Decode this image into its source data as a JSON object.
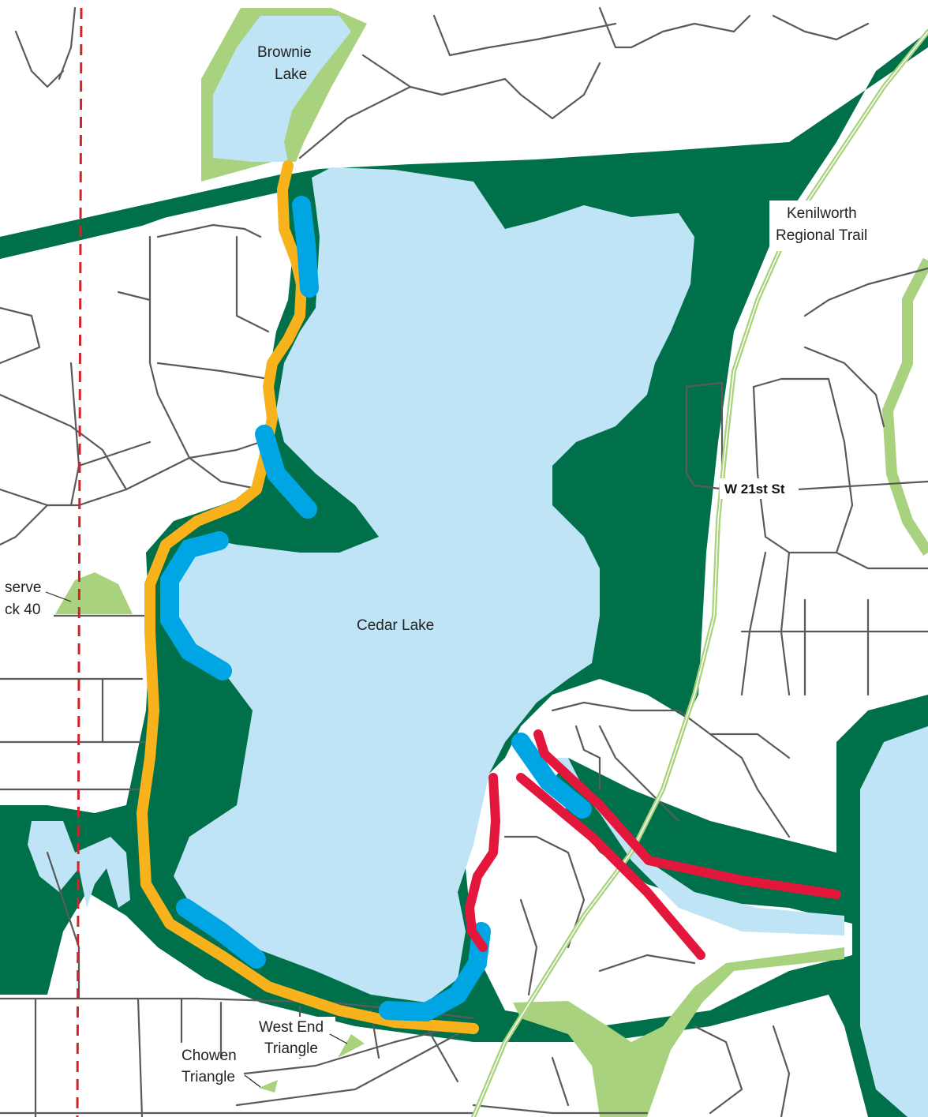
{
  "map": {
    "labels": {
      "brownie_lake_1": "Brownie",
      "brownie_lake_2": "Lake",
      "kenilworth_1": "Kenilworth",
      "kenilworth_2": "Regional Trail",
      "w21st": "W 21st St",
      "cedar_lake": "Cedar Lake",
      "preserve_1": "serve",
      "preserve_2": "ck 40",
      "west_end_1": "West End",
      "west_end_2": "Triangle",
      "chowen_1": "Chowen",
      "chowen_2": "Triangle"
    },
    "colors": {
      "water": "#bfe4f6",
      "parkland": "#00704a",
      "green_space": "#a9d27e",
      "street": "#5a5a5a",
      "route_orange": "#f8b31c",
      "route_blue": "#00a6e4",
      "route_red": "#e2173b",
      "boundary_red": "#d2232a"
    },
    "route_legend": [
      {
        "color_name": "orange"
      },
      {
        "color_name": "blue"
      },
      {
        "color_name": "red"
      }
    ]
  }
}
